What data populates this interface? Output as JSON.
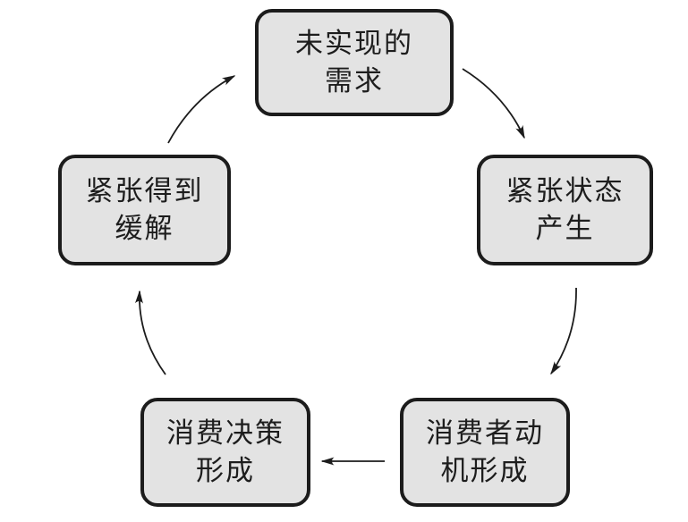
{
  "diagram": {
    "title": "consumer-motivation-cycle",
    "colors": {
      "background": "#ffffff",
      "box_fill": "#e3e3e3",
      "box_border": "#1c1c1c",
      "text": "#1d1d1d",
      "arrow": "#1c1c1c"
    },
    "boxes": [
      {
        "id": "unmet-need",
        "label": "未实现的\n需求"
      },
      {
        "id": "tension-arises",
        "label": "紧张状态\n产生"
      },
      {
        "id": "motivation-forms",
        "label": "消费者动\n机形成"
      },
      {
        "id": "decision-forms",
        "label": "消费决策\n形成"
      },
      {
        "id": "tension-relieved",
        "label": "紧张得到\n缓解"
      }
    ],
    "arrows": [
      {
        "from": "unmet-need",
        "to": "tension-arises"
      },
      {
        "from": "tension-arises",
        "to": "motivation-forms"
      },
      {
        "from": "motivation-forms",
        "to": "decision-forms"
      },
      {
        "from": "decision-forms",
        "to": "tension-relieved"
      },
      {
        "from": "tension-relieved",
        "to": "unmet-need"
      }
    ]
  }
}
